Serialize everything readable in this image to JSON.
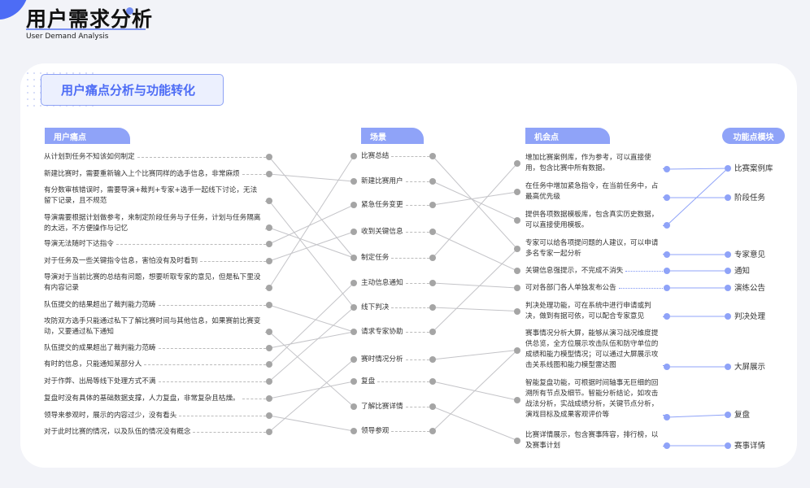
{
  "header": {
    "title": "用户需求分析",
    "subtitle": "User Demand Analysis"
  },
  "banner": "用户痛点分析与功能转化",
  "columns": {
    "pain": "用户痛点",
    "scene": "场景",
    "opportunity": "机会点",
    "function": "功能点模块"
  },
  "pain_points": [
    "从计划到任务不知该如何制定",
    "新建比赛时，需要重新输入上个比赛同样的选手信息，非常麻烦",
    "有分数审核错误时，需要导演+裁判+专家+选手一起线下讨论，无法留下记录，且不规范",
    "导演需要根据计划做参考，来制定阶段任务与子任务，计划与任务隔离的太远，不方便操作与记忆",
    "导演无法随时下达指令",
    "对于任务及一些关键指令信息，害怕没有及时看到",
    "导演对于当前比赛的总结有问题，想要听取专家的意见，但是私下里没有内容记录",
    "队伍提交的结果超出了裁判能力范畴",
    "攻防双方选手只能通过私下了解比赛时间与其他信息，如果赛前比赛变动，又要通过私下通知",
    "队伍提交的成果超出了裁判能力范畴",
    "有时的信息，只能通知某部分人",
    "对于作弊、出局等线下处理方式不满",
    "复盘时没有具体的基础数据支撑，人力复盘，非常复杂且枯燥。",
    "领导来参观时，展示的内容过少，没有看头",
    "对于此时比赛的情况，以及队伍的情况没有概念"
  ],
  "scenes": [
    "比赛总结",
    "新建比赛用户",
    "紧急任务变更",
    "收到关键信息",
    "制定任务",
    "主动信息通知",
    "线下判决",
    "请求专家协助",
    "赛时情况分析",
    "复盘",
    "了解比赛详情",
    "领导参观"
  ],
  "opportunities": [
    "增加比赛案例库，作为参考，可以直接使用，包含比赛中所有数据。",
    "在任务中增加紧急指令，在当前任务中，占最高优先级",
    "提供各项数据模板库，包含真实历史数据，可以直接使用模板。",
    "专家可以给各项提问题的人建议，可以申请多名专家一起分析",
    "关键信息强提示，不完成不消失",
    "可对各部门各人单独发布公告",
    "判决处理功能，可在系统中进行申请或判决，做到有据可依，可以配合专家意见",
    "赛事情况分析大屏，能够从演习战况维度提供总览，全方位展示攻击队伍和防守单位的成绩和能力模型情况；可以通过大屏展示攻击关系线图和能力模型雷达图",
    "智能复盘功能，可根据时间轴事无巨细的回溯所有节点及细节。智能分析结论，如攻击战法分析，实战成绩分析，关键节点分析，演戏目标及成果客观评价等",
    "比赛详情展示，包含赛事阵容，排行榜，以及赛事计划"
  ],
  "functions": [
    "比赛案例库",
    "阶段任务",
    "专家意见",
    "通知",
    "演练公告",
    "判决处理",
    "大屏展示",
    "复盘",
    "赛事详情"
  ],
  "links": {
    "pain_to_scene": [
      [
        0,
        4
      ],
      [
        1,
        1
      ],
      [
        2,
        6
      ],
      [
        3,
        4
      ],
      [
        4,
        2
      ],
      [
        5,
        3
      ],
      [
        6,
        0
      ],
      [
        7,
        7
      ],
      [
        8,
        10
      ],
      [
        9,
        7
      ],
      [
        10,
        5
      ],
      [
        11,
        6
      ],
      [
        12,
        9
      ],
      [
        13,
        11
      ],
      [
        14,
        8
      ]
    ],
    "scene_to_opportunity": [
      [
        0,
        3
      ],
      [
        1,
        2
      ],
      [
        2,
        1
      ],
      [
        3,
        4
      ],
      [
        4,
        0
      ],
      [
        5,
        5
      ],
      [
        6,
        6
      ],
      [
        7,
        3
      ],
      [
        8,
        7
      ],
      [
        9,
        8
      ],
      [
        10,
        9
      ],
      [
        11,
        7
      ]
    ],
    "opportunity_to_function": [
      [
        0,
        0
      ],
      [
        1,
        1
      ],
      [
        2,
        0
      ],
      [
        3,
        2
      ],
      [
        4,
        3
      ],
      [
        5,
        4
      ],
      [
        6,
        5
      ],
      [
        7,
        6
      ],
      [
        8,
        7
      ],
      [
        9,
        8
      ]
    ]
  },
  "colors": {
    "accent": "#4d6cf5",
    "header": "#8fa3f8",
    "line": "#c4c4c8"
  }
}
